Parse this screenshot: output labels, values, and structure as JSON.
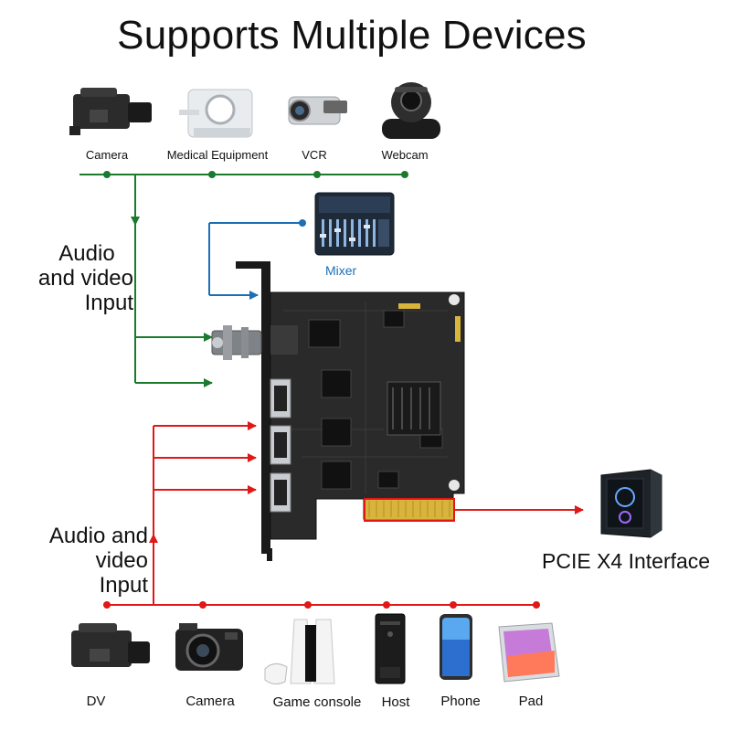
{
  "title": "Supports Multiple Devices",
  "top_devices": [
    {
      "label": "Camera",
      "icon": "camera-icon"
    },
    {
      "label": "Medical Equipment",
      "icon": "medical-equipment-icon"
    },
    {
      "label": "VCR",
      "icon": "vcr-icon"
    },
    {
      "label": "Webcam",
      "icon": "webcam-icon"
    }
  ],
  "bottom_devices": [
    {
      "label": "DV",
      "icon": "dv-camera-icon"
    },
    {
      "label": "Camera",
      "icon": "mirrorless-camera-icon"
    },
    {
      "label": "Game console",
      "icon": "game-console-icon"
    },
    {
      "label": "Host",
      "icon": "host-pc-icon"
    },
    {
      "label": "Phone",
      "icon": "phone-icon"
    },
    {
      "label": "Pad",
      "icon": "tablet-icon"
    }
  ],
  "mixer": {
    "label": "Mixer",
    "icon": "audio-mixer-icon"
  },
  "input_top": {
    "line1": "Audio",
    "line2": "and video",
    "line3": "Input"
  },
  "input_bottom": {
    "line1": "Audio and",
    "line2": "video",
    "line3": "Input"
  },
  "pcie": {
    "label": "PCIE X4 Interface",
    "icon": "pc-tower-icon"
  },
  "colors": {
    "sdi": "#1b7a2e",
    "hdmi": "#e01818",
    "mixer": "#1c6fb5",
    "text": "#111111",
    "board": "#2a2a2a",
    "bracket": "#1a1a1a",
    "gold": "#d9b43c"
  }
}
